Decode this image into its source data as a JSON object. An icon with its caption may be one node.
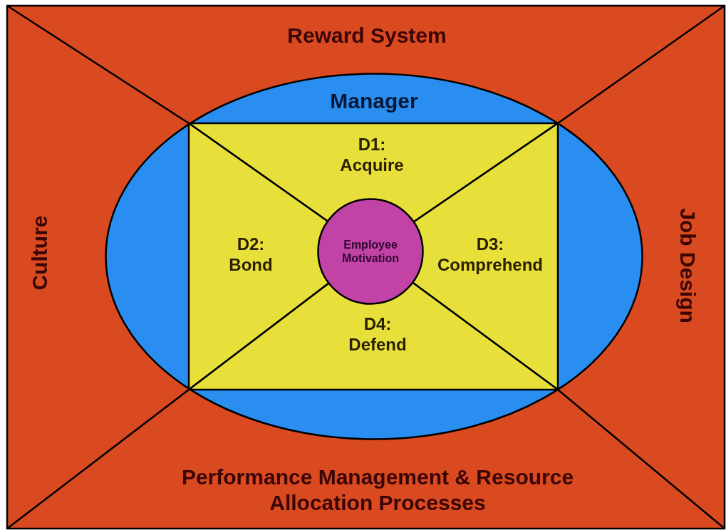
{
  "diagram": {
    "nodes": [
      {
        "text": [
          "Reward System"
        ]
      },
      {
        "text": [
          "Culture"
        ]
      },
      {
        "text": [
          "Job Design"
        ]
      },
      {
        "text": [
          "Performance Management & Resource Allocation Processes"
        ]
      },
      {
        "text": [
          "Manager"
        ]
      },
      {
        "text": [
          "D1: Acquire"
        ],
        "in": 4
      },
      {
        "text": [
          "D2: Bond"
        ],
        "in": 4
      },
      {
        "text": [
          "D3: Comprehend"
        ],
        "in": 4
      },
      {
        "text": [
          "D4: Defend"
        ],
        "in": 4
      },
      {
        "text": [
          "Employee Motivation"
        ],
        "in": 4
      }
    ]
  }
}
